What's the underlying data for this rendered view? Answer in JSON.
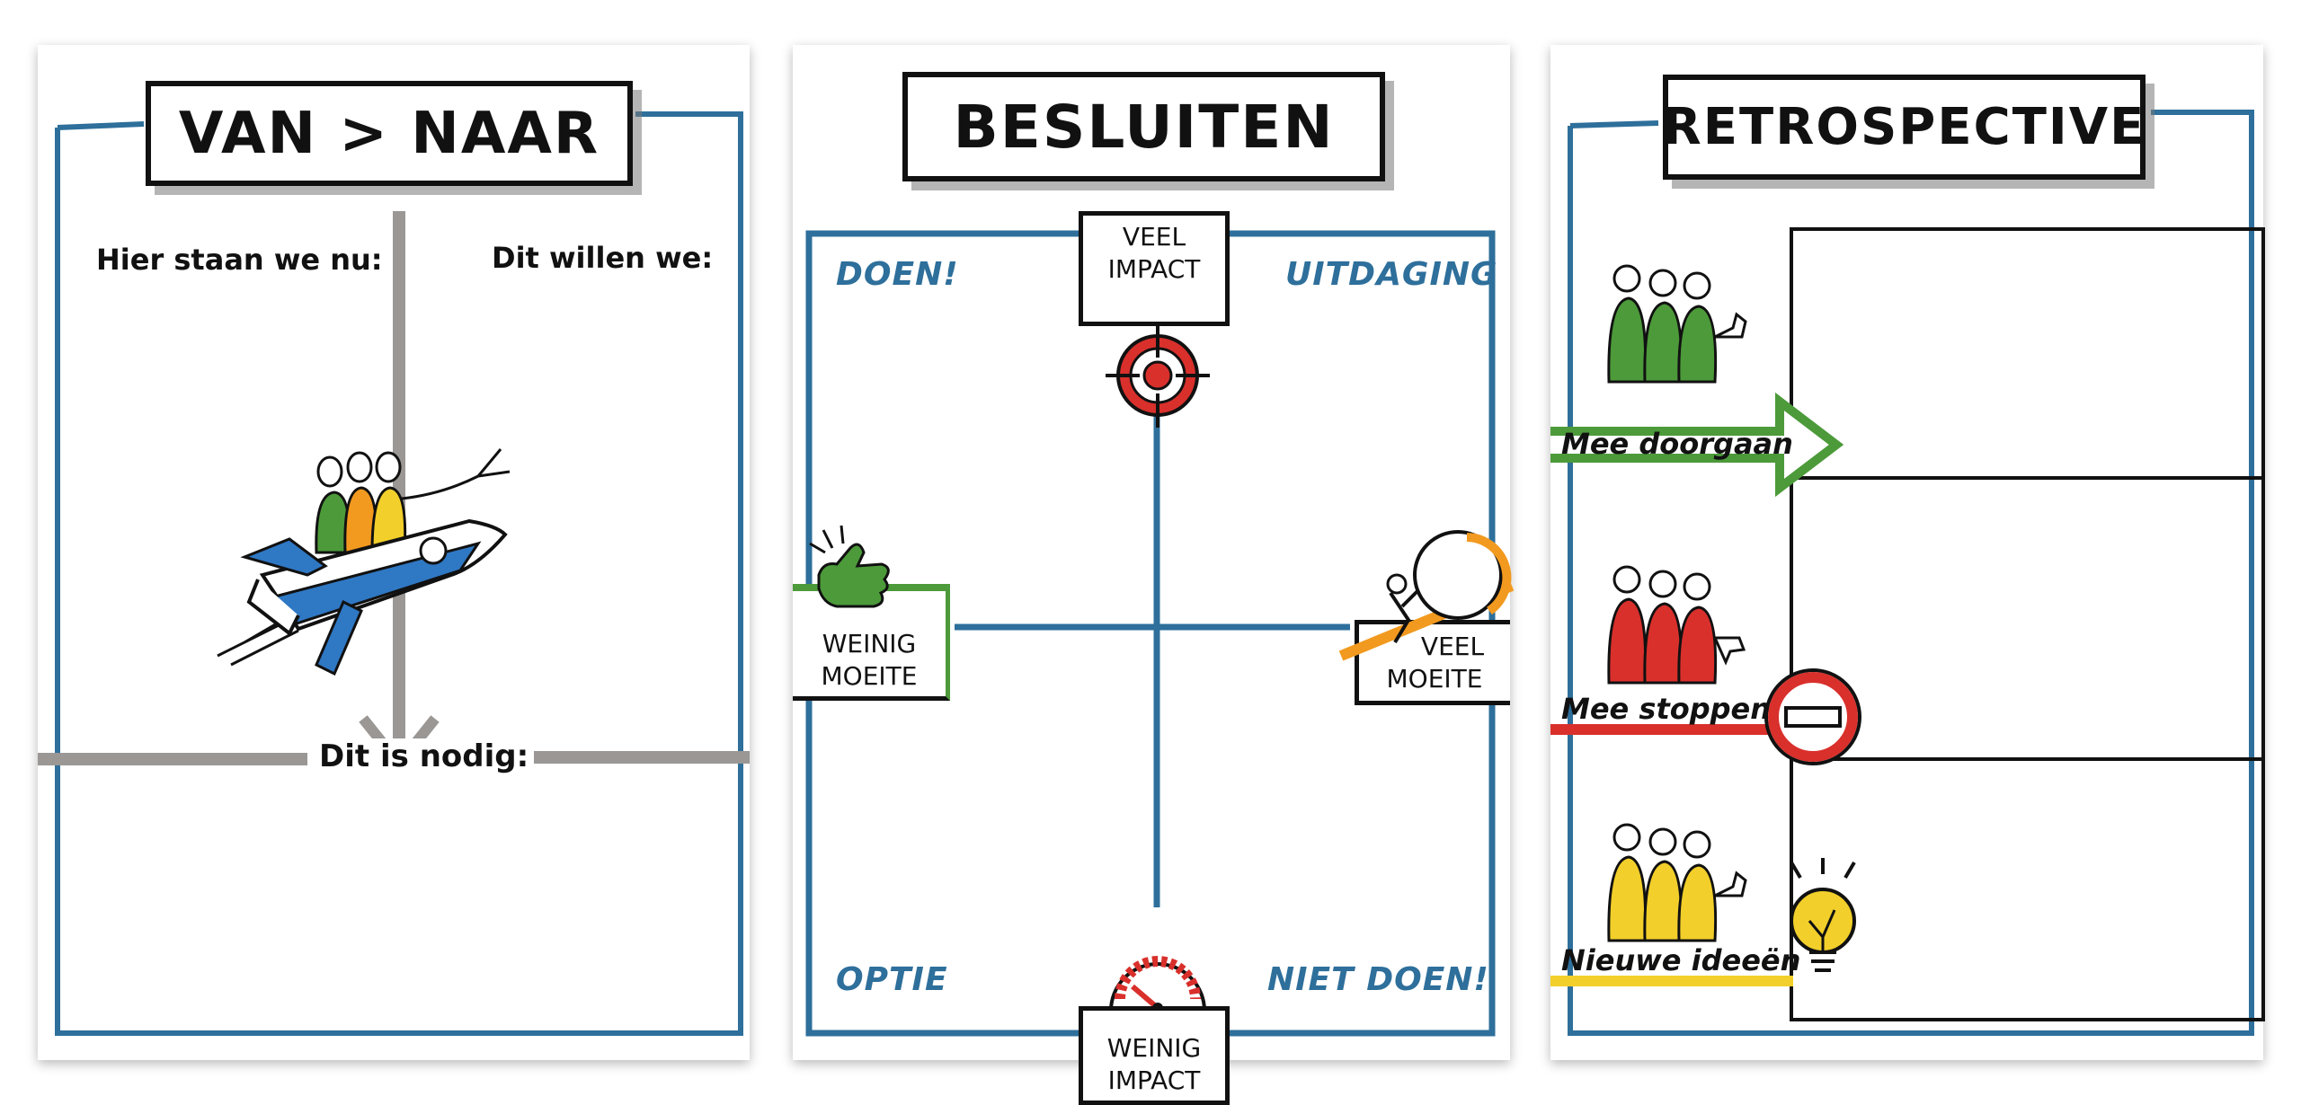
{
  "panels": [
    {
      "title": "VAN > NAAR",
      "labels": {
        "left": "Hier staan we nu:",
        "right": "Dit willen we:",
        "bottom": "Dit is nodig:"
      },
      "icon": "rocket-icon"
    },
    {
      "title": "BESLUITEN",
      "quadrants": {
        "top_left": "DOEN!",
        "top_right": "UITDAGING",
        "bottom_left": "OPTIE",
        "bottom_right": "NIET DOEN!"
      },
      "axes": {
        "top": [
          "VEEL",
          "IMPACT"
        ],
        "bottom": [
          "WEINIG",
          "IMPACT"
        ],
        "left": [
          "WEINIG",
          "MOEITE"
        ],
        "right": [
          "VEEL",
          "MOEITE"
        ]
      },
      "icons": [
        "target-icon",
        "speedometer-icon",
        "thumbs-up-icon",
        "boulder-icon"
      ]
    },
    {
      "title": "RETROSPECTIVE",
      "rows": [
        {
          "label": "Mee doorgaan",
          "color": "#4c9a3a",
          "icon": "arrow-right-icon"
        },
        {
          "label": "Mee stoppen",
          "color": "#d9302c",
          "icon": "stop-sign-icon"
        },
        {
          "label": "Nieuwe ideeën",
          "color": "#f2cf2a",
          "icon": "lightbulb-icon"
        }
      ]
    }
  ],
  "colors": {
    "frame_blue": "#2e6f9b",
    "grey": "#9a9794",
    "green": "#4c9a3a",
    "red": "#d9302c",
    "yellow": "#f2cf2a",
    "orange": "#f29a1f"
  }
}
